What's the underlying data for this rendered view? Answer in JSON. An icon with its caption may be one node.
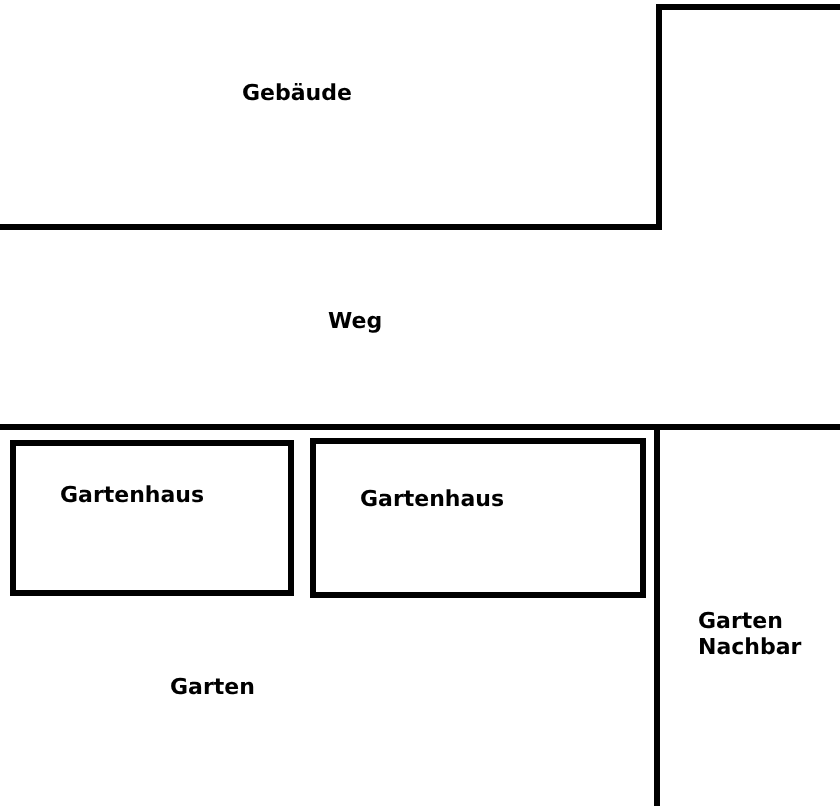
{
  "diagram": {
    "nodes": [
      {
        "text": [
          "Gartenhaus"
        ]
      },
      {
        "text": [
          "Gartenhaus"
        ]
      }
    ],
    "labels": [
      "Gebäude",
      "Weg",
      "Garten Nachbar",
      "Garten"
    ]
  }
}
